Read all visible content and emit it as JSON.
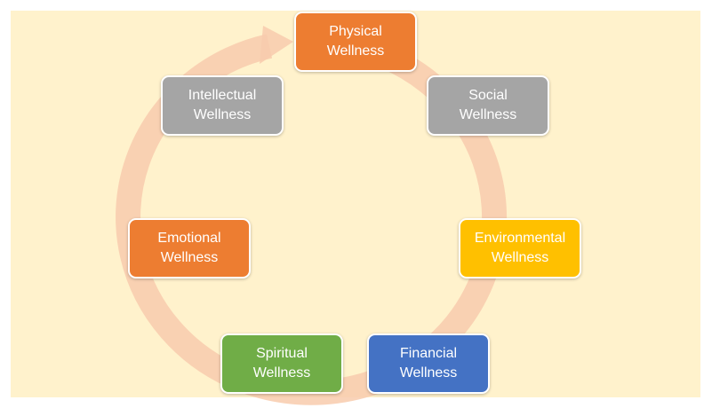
{
  "diagram": {
    "nodes": [
      {
        "id": "physical",
        "line1": "Physical",
        "line2": "Wellness",
        "color": "#ed7d31"
      },
      {
        "id": "social",
        "line1": "Social",
        "line2": "Wellness",
        "color": "#a5a5a5"
      },
      {
        "id": "environmental",
        "line1": "Environmental",
        "line2": "Wellness",
        "color": "#ffc000"
      },
      {
        "id": "financial",
        "line1": "Financial",
        "line2": "Wellness",
        "color": "#4472c4"
      },
      {
        "id": "spiritual",
        "line1": "Spiritual",
        "line2": "Wellness",
        "color": "#70ad47"
      },
      {
        "id": "emotional",
        "line1": "Emotional",
        "line2": "Wellness",
        "color": "#ed7d31"
      },
      {
        "id": "intellectual",
        "line1": "Intellectual",
        "line2": "Wellness",
        "color": "#a5a5a5"
      }
    ],
    "ring_color": "#f8cbad",
    "background_color": "#fff2cc"
  }
}
